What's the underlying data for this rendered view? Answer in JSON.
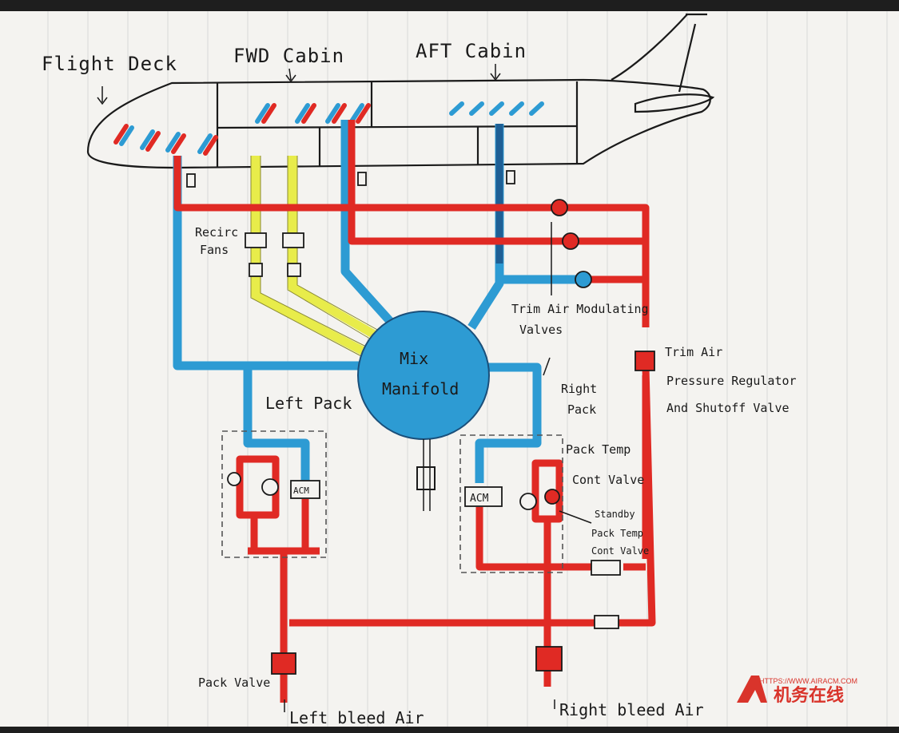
{
  "labels": {
    "flight_deck": "Flight Deck",
    "fwd_cabin": "FWD Cabin",
    "aft_cabin": "AFT Cabin",
    "recirc_fans_1": "Recirc",
    "recirc_fans_2": "Fans",
    "mix_manifold_1": "Mix",
    "mix_manifold_2": "Manifold",
    "left_pack": "Left Pack",
    "right_pack_1": "Right",
    "right_pack_2": "Pack",
    "trim_air_mod_1": "Trim Air Modulating",
    "trim_air_mod_2": "Valves",
    "trim_prv_1": "Trim Air",
    "trim_prv_2": "Pressure Regulator",
    "trim_prv_3": "And Shutoff Valve",
    "pack_temp_1": "Pack Temp",
    "pack_temp_2": "Cont Valve",
    "standby_1": "Standby",
    "standby_2": "Pack Temp",
    "standby_3": "Cont Valve",
    "acm_left": "ACM",
    "acm_right": "ACM",
    "pack_valve": "Pack Valve",
    "left_bleed": "Left bleed Air",
    "right_bleed": "Right bleed Air"
  },
  "watermark": {
    "url": "HTTPS://WWW.AIRACM.COM",
    "name": "机务在线"
  },
  "colors": {
    "hot_air": "#e02a24",
    "cold_air": "#2d9bd3",
    "recirc_air": "#e8ec4a",
    "paper": "#f4f3f0",
    "ink": "#1a1a1a"
  }
}
